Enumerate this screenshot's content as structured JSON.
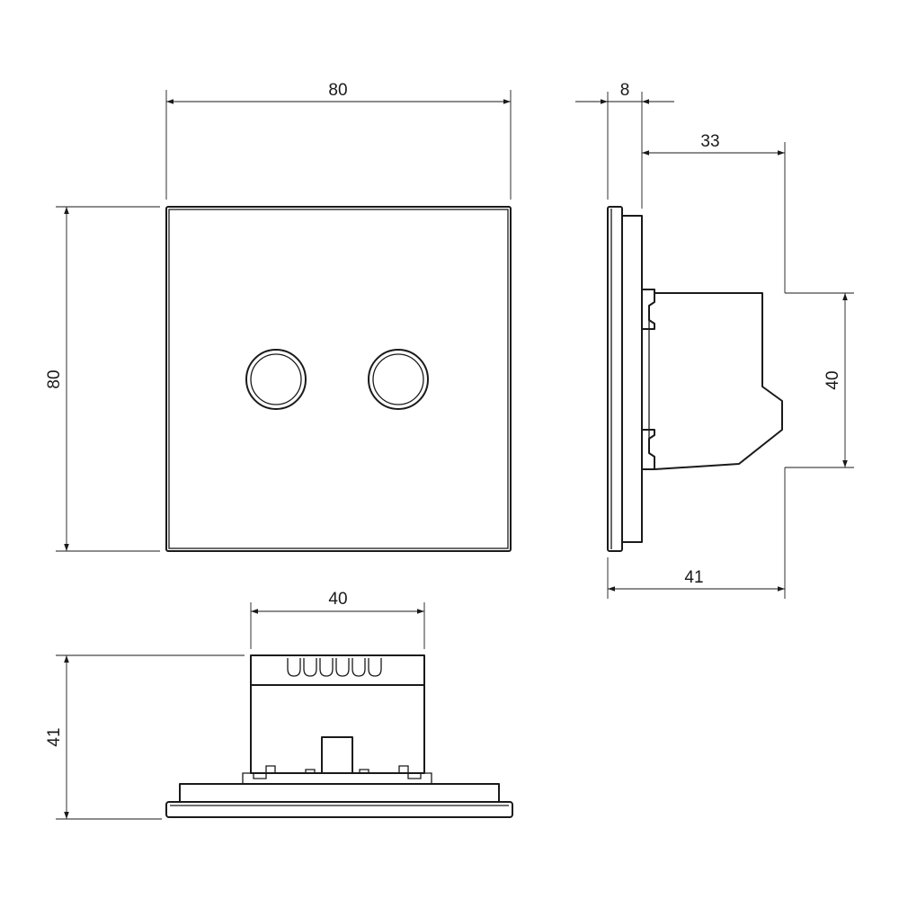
{
  "front_view": {
    "width_label": "80",
    "height_label": "80"
  },
  "side_view": {
    "plate_thickness_label": "8",
    "body_depth_label": "33",
    "body_height_label": "40",
    "total_depth_label": "41"
  },
  "bottom_view": {
    "body_width_label": "40",
    "total_depth_label": "41"
  }
}
